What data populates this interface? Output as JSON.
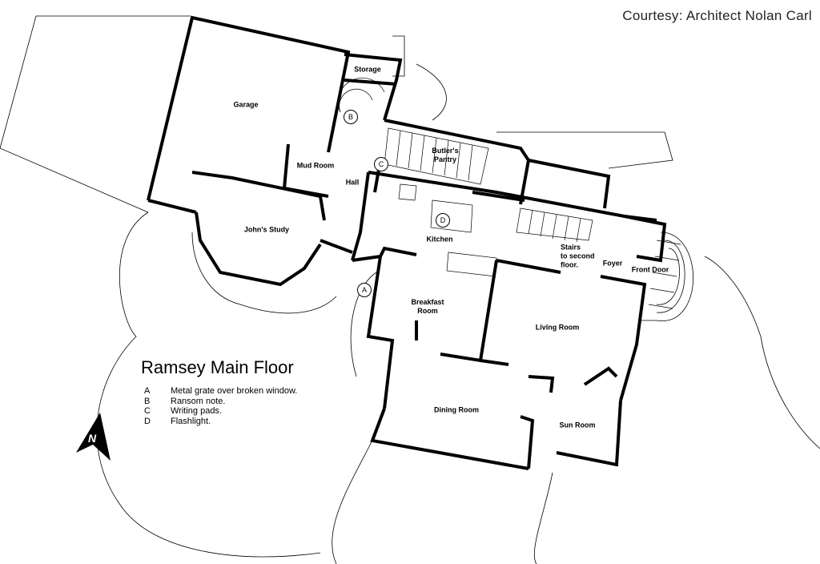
{
  "courtesy": "Courtesy: Architect Nolan Carl",
  "title": "Ramsey Main Floor",
  "legend": [
    {
      "key": "A",
      "text": "Metal grate over broken window."
    },
    {
      "key": "B",
      "text": "Ransom note."
    },
    {
      "key": "C",
      "text": "Writing pads."
    },
    {
      "key": "D",
      "text": "Flashlight."
    }
  ],
  "rooms": {
    "garage": "Garage",
    "storage": "Storage",
    "mud_room": "Mud Room",
    "hall": "Hall",
    "butlers_pantry_1": "Butler's",
    "butlers_pantry_2": "Pantry",
    "johns_study": "John's Study",
    "kitchen": "Kitchen",
    "breakfast_1": "Breakfast",
    "breakfast_2": "Room",
    "living_room": "Living Room",
    "stairs_1": "Stairs",
    "stairs_2": "to second",
    "stairs_3": "floor.",
    "foyer": "Foyer",
    "front_door": "Front Door",
    "dining_room": "Dining Room",
    "sun_room": "Sun Room"
  },
  "markers": {
    "a": "A",
    "b": "B",
    "c": "C",
    "d": "D"
  },
  "north": "N"
}
